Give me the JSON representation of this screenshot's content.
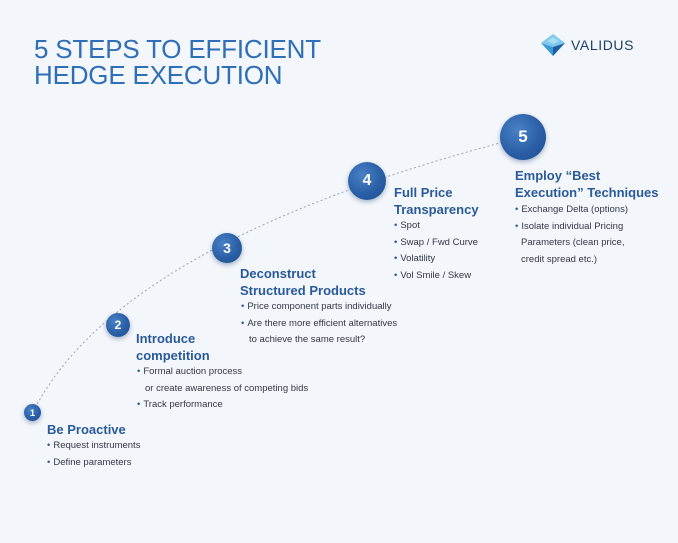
{
  "title": {
    "line1": "5 STEPS TO EFFICIENT",
    "line2": "HEDGE EXECUTION"
  },
  "logo": {
    "text": "VALIDUS",
    "icon": "validus-diamond-icon",
    "colors": [
      "#7ec8ec",
      "#3a9ad9",
      "#1f5f9e"
    ]
  },
  "colors": {
    "title": "#2f6fb7",
    "step_title": "#2a5a99",
    "node": "#2a5fa6",
    "background": "#f3f6fa",
    "curve": "#9aa4b0"
  },
  "steps": [
    {
      "number": "1",
      "title_lines": [
        "Be Proactive"
      ],
      "bullets": [
        {
          "lines": [
            "Request instruments"
          ]
        },
        {
          "lines": [
            "Define parameters"
          ]
        }
      ]
    },
    {
      "number": "2",
      "title_lines": [
        "Introduce",
        "competition"
      ],
      "bullets": [
        {
          "lines": [
            "Formal auction process",
            "or create awareness of competing bids"
          ]
        },
        {
          "lines": [
            "Track performance"
          ]
        }
      ]
    },
    {
      "number": "3",
      "title_lines": [
        "Deconstruct",
        "Structured Products"
      ],
      "bullets": [
        {
          "lines": [
            "Price component parts individually"
          ]
        },
        {
          "lines": [
            "Are there more efficient alternatives",
            "to achieve the same result?"
          ]
        }
      ]
    },
    {
      "number": "4",
      "title_lines": [
        "Full Price",
        "Transparency"
      ],
      "bullets": [
        {
          "lines": [
            "Spot"
          ]
        },
        {
          "lines": [
            "Swap / Fwd Curve"
          ]
        },
        {
          "lines": [
            "Volatility"
          ]
        },
        {
          "lines": [
            "Vol Smile / Skew"
          ]
        }
      ]
    },
    {
      "number": "5",
      "title_lines": [
        "Employ “Best",
        "Execution” Techniques"
      ],
      "bullets": [
        {
          "lines": [
            "Exchange Delta (options)"
          ]
        },
        {
          "lines": [
            "Isolate individual Pricing",
            "Parameters (clean price,",
            "credit spread etc.)"
          ]
        }
      ]
    }
  ]
}
